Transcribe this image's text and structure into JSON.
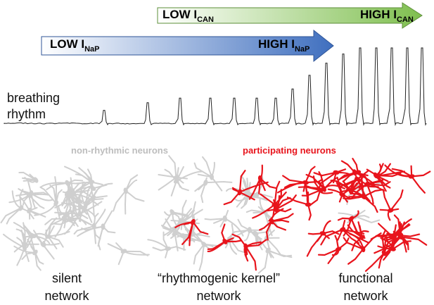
{
  "arrows": {
    "ican": {
      "low_text": "LOW I",
      "low_sub": "CAN",
      "high_text": "HIGH I",
      "high_sub": "CAN",
      "color_start": "#ffffff",
      "color_end": "#7fbf4f",
      "stroke": "#5d8f3a"
    },
    "inap": {
      "low_text": "LOW I",
      "low_sub": "NaP",
      "high_text": "HIGH I",
      "high_sub": "NaP",
      "color_start": "#ffffff",
      "color_end": "#3f6fbf",
      "stroke": "#2f5597"
    }
  },
  "trace": {
    "label_line1": "breathing",
    "label_line2": "rhythm",
    "burst_levels": [
      0.18,
      0.28,
      0.34,
      0.34,
      0.34,
      0.34,
      0.34,
      0.46,
      0.64,
      0.8,
      0.92,
      1.0,
      1.0,
      1.0,
      1.0,
      1.0
    ]
  },
  "legend": {
    "nonrhythmic": "non-rhythmic neurons",
    "participating": "participating neurons"
  },
  "panels": [
    {
      "line1": "silent",
      "line2": "network"
    },
    {
      "line1": "“rhythmogenic kernel”",
      "line2": "network"
    },
    {
      "line1": "functional",
      "line2": "network"
    }
  ],
  "colors": {
    "inactive": "#cfcfcf",
    "active": "#e8141c",
    "trace": "#222222"
  }
}
